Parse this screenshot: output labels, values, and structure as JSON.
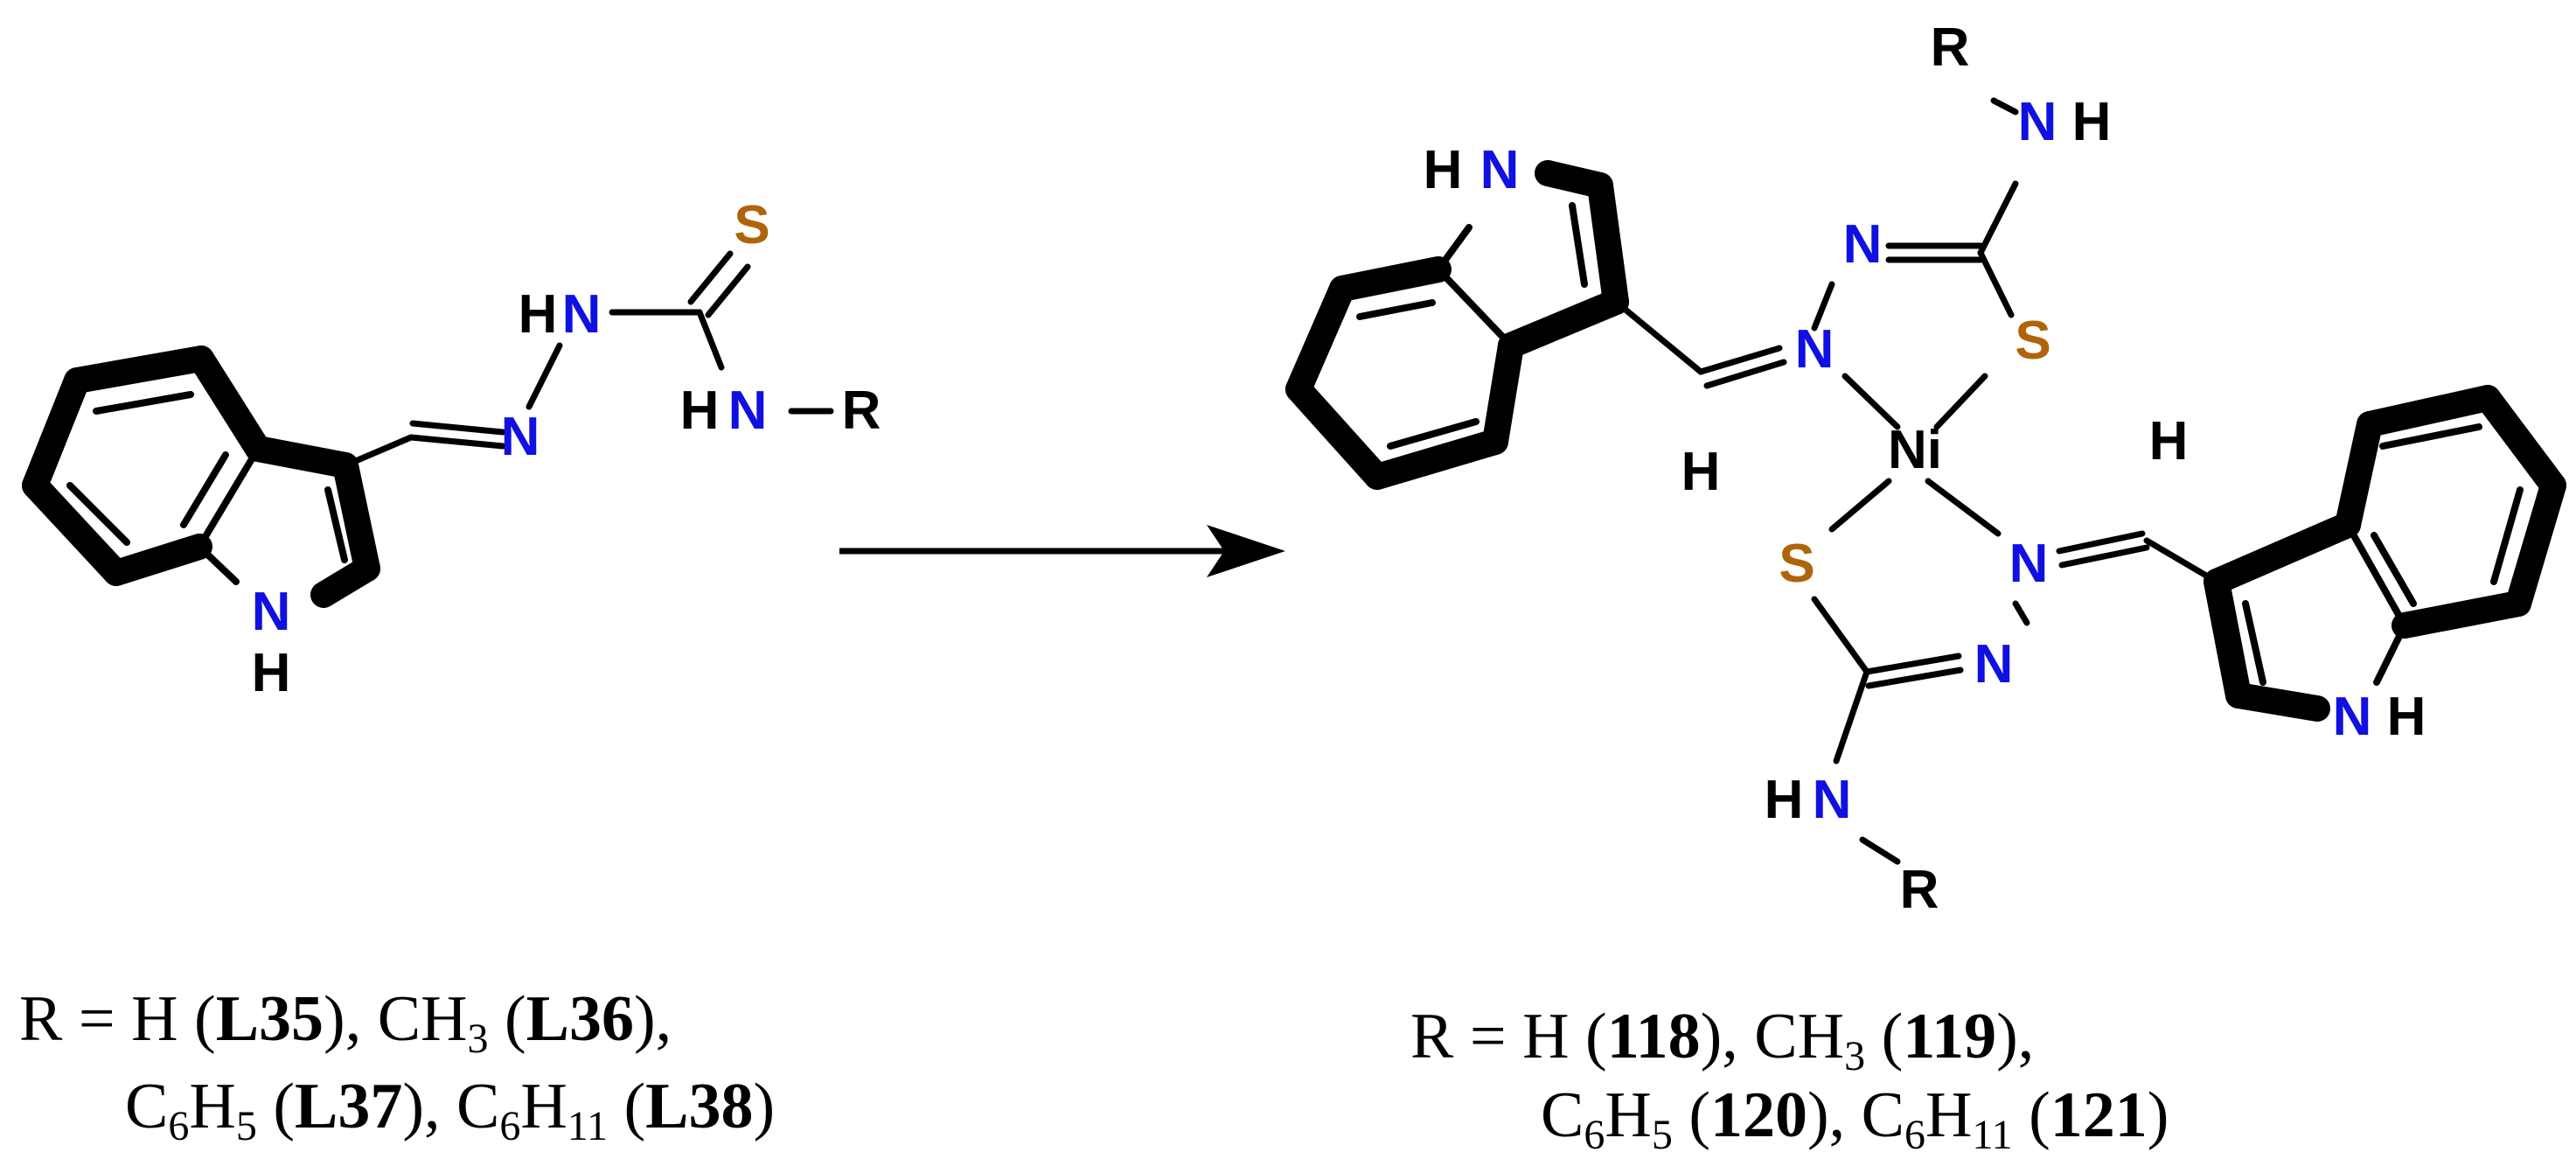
{
  "colors": {
    "bond": "#000000",
    "nitrogen": "#1010e0",
    "sulfur": "#b0640a",
    "carbon_label": "#000000"
  },
  "reactant": {
    "indole_nh": {
      "N": "N",
      "H": "H"
    },
    "imine_n": "N",
    "hydrazine_nh": {
      "H": "H",
      "N": "N"
    },
    "thione_s": "S",
    "amine_nh": {
      "H": "H",
      "N": "N"
    },
    "r_group": "R"
  },
  "arrow": {
    "label": ""
  },
  "product": {
    "metal": "Ni",
    "upper": {
      "indole_nh": {
        "H": "H",
        "N": "N"
      },
      "imine_h": "H",
      "imine_n": "N",
      "ring_n": "N",
      "ring_s": "S",
      "amine_nh": {
        "N": "N",
        "H": "H"
      },
      "r_group": "R"
    },
    "lower": {
      "indole_nh": {
        "N": "N",
        "H": "H"
      },
      "imine_h": "H",
      "imine_n": "N",
      "ring_n": "N",
      "ring_s": "S",
      "amine_nh": {
        "H": "H",
        "N": "N"
      },
      "r_group": "R"
    }
  },
  "captions": {
    "left_line1": {
      "p1": "R = H (",
      "b1": "L35",
      "p2": "), CH",
      "s1": "3",
      "p3": " (",
      "b2": "L36",
      "p4": "),"
    },
    "left_line2": {
      "p1": "C",
      "s1": "6",
      "p2": "H",
      "s2": "5",
      "p3": " (",
      "b1": "L37",
      "p4": "), C",
      "s3": "6",
      "p5": "H",
      "s4": "11",
      "p6": " (",
      "b2": "L38",
      "p7": ")"
    },
    "right_line1": {
      "p1": "R = H (",
      "b1": "118",
      "p2": "), CH",
      "s1": "3",
      "p3": " (",
      "b2": "119",
      "p4": "),"
    },
    "right_line2": {
      "p1": "C",
      "s1": "6",
      "p2": "H",
      "s2": "5",
      "p3": " (",
      "b1": "120",
      "p4": "), C",
      "s3": "6",
      "p5": "H",
      "s4": "11",
      "p6": " (",
      "b2": "121",
      "p7": ")"
    }
  }
}
